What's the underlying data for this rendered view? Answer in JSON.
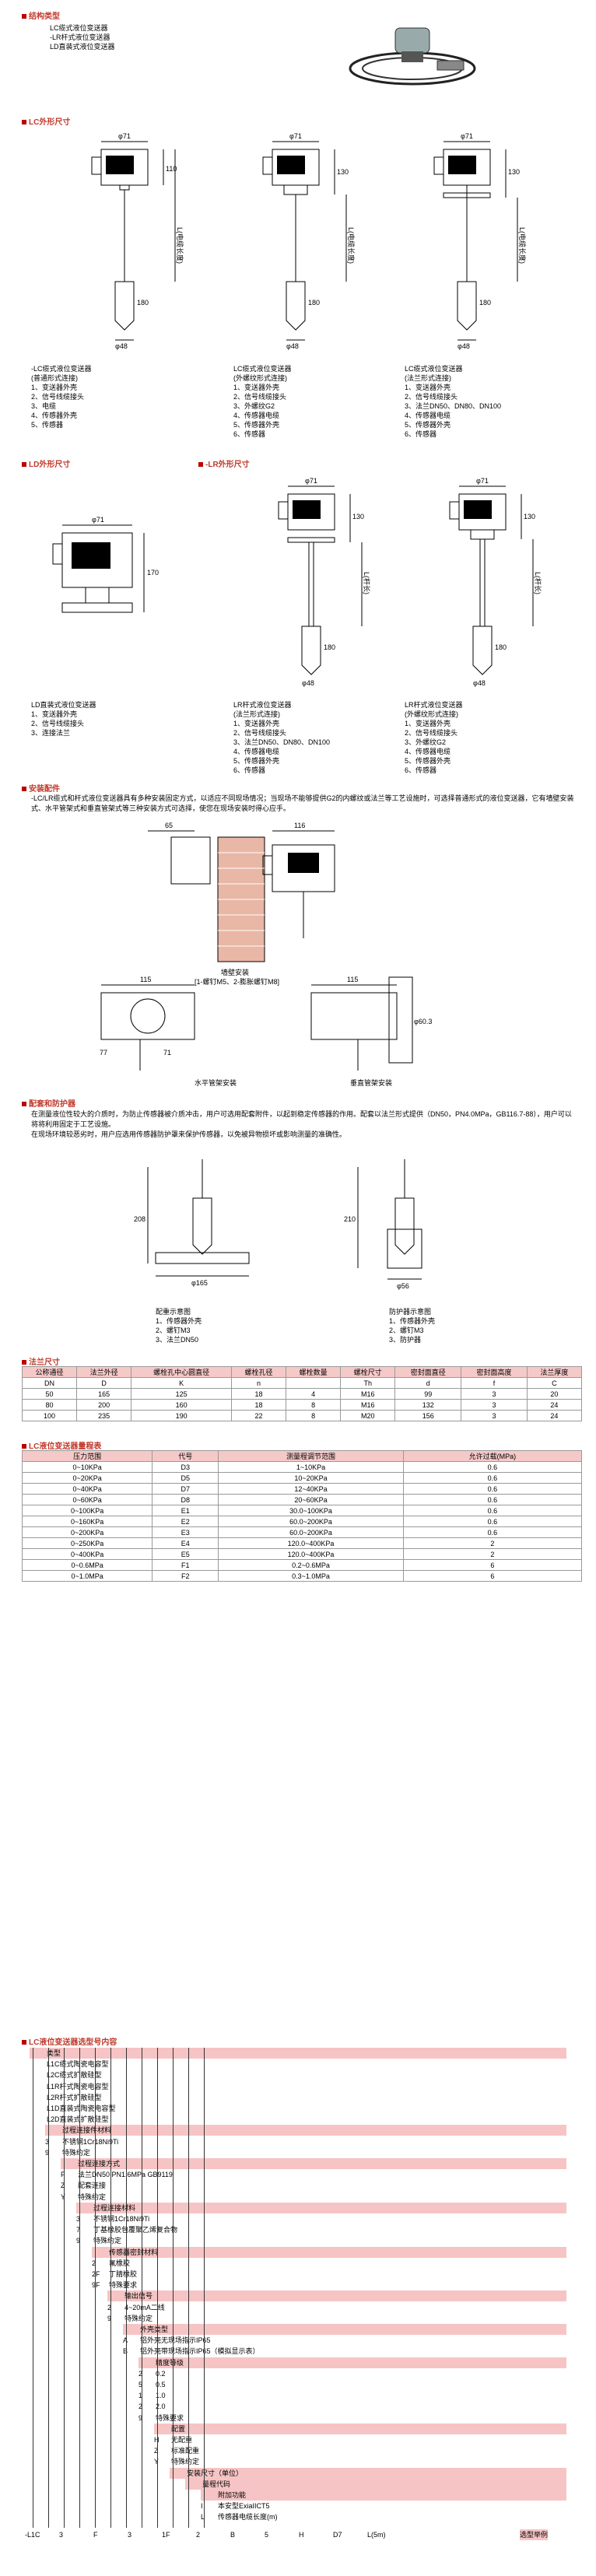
{
  "struct": {
    "title": "结构类型",
    "items": [
      "LC缆式液位变送器",
      "-LR杆式液位变送器",
      "LD直装式液位变送器"
    ]
  },
  "lc": {
    "title": "LC外形尺寸",
    "dims": {
      "phi71": "φ71",
      "d130": "130",
      "d110": "110",
      "d180": "180",
      "phi48": "φ48",
      "lcable": "L(电缆长度)"
    },
    "cap1": {
      "t1": "-LC缆式液位变送器",
      "t2": "(普通形式连接)",
      "i1": "1、变送器外壳",
      "i2": "2、信号线缆接头",
      "i3": "3、电缆",
      "i4": "4、传感器外壳",
      "i5": "5、传感器"
    },
    "cap2": {
      "t1": "LC缆式液位变送器",
      "t2": "(外螺纹形式连接)",
      "i1": "1、变送器外壳",
      "i2": "2、信号线缆接头",
      "i3": "3、外螺纹G2",
      "i4": "4、传感器电缆",
      "i5": "5、传感器外壳",
      "i6": "6、传感器"
    },
    "cap3": {
      "t1": "LC缆式液位变送器",
      "t2": "(法兰形式连接)",
      "i1": "1、变送器外壳",
      "i2": "2、信号线缆接头",
      "i3": "3、法兰DN50、DN80、DN100",
      "i4": "4、传感器电缆",
      "i5": "5、传感器外壳",
      "i6": "6、传感器"
    }
  },
  "ld": {
    "title": "LD外形尺寸",
    "dims": {
      "phi71": "φ71",
      "d170": "170"
    },
    "cap": {
      "t1": "LD直装式液位变送器",
      "i1": "1、变送器外壳",
      "i2": "2、信号线缆接头",
      "i3": "3、连接法兰"
    }
  },
  "lr": {
    "title": "-LR外形尺寸",
    "dims": {
      "phi71": "φ71",
      "d130": "130",
      "lrod": "L(杆长)",
      "d180": "180",
      "phi48": "φ48"
    },
    "cap1": {
      "t1": "LR杆式液位变送器",
      "t2": "(法兰形式连接)",
      "i1": "1、变送器外壳",
      "i2": "2、信号线缆接头",
      "i3": "3、法兰DN50、DN80、DN100",
      "i4": "4、传感器电缆",
      "i5": "5、传感器外壳",
      "i6": "6、传感器"
    },
    "cap2": {
      "t1": "LR杆式液位变送器",
      "t2": "(外螺纹形式连接)",
      "i1": "1、变送器外壳",
      "i2": "2、信号线缆接头",
      "i3": "3、外螺纹G2",
      "i4": "4、传感器电缆",
      "i5": "5、传感器外壳",
      "i6": "6、传感器"
    }
  },
  "install": {
    "title": "安装配件",
    "para": "-LC/LR缆式和杆式液位变送器具有多种安装固定方式，以适应不同现场情况；当现场不能够提供G2的内螺纹或法兰等工艺设施时，可选择普通形式的液位变送器，它有墙壁安装式、水平管架式和垂直管架式等三种安装方式可选择，使您在现场安装时得心应手。",
    "d65": "65",
    "d116": "116",
    "d115a": "115",
    "d115b": "115",
    "d77": "77",
    "d71": "71",
    "phi603": "φ60.3",
    "wall": "墙壁安装",
    "wall_note": "[1-螺钉M5、2-膨胀螺钉M8]",
    "hpipe": "水平管架安装",
    "vpipe": "垂直管架安装"
  },
  "prot": {
    "title": "配套和防护器",
    "para1": "在测量液位性较大的介质时，为防止传感器被介质冲击，用户可选用配套附件，以起到稳定传感器的作用。配套以法兰形式提供（DN50，PN4.0MPa，GB116.7-88），用户可以将将利用固定于工艺设施。",
    "para2": "在现场环境较恶劣时，用户应选用传感器防护罩来保护传感器，以免被异物损坏或影响测量的准确性。",
    "d208": "208",
    "d210": "210",
    "phi165": "φ165",
    "phi56": "φ56",
    "left_t": "配重示意图",
    "left_i1": "1、传感器外壳",
    "left_i2": "2、螺钉M3",
    "left_i3": "3、法兰DN50",
    "right_t": "防护器示意图",
    "right_i1": "1、传感器外壳",
    "right_i2": "2、螺钉M3",
    "right_i3": "3、防护器"
  },
  "flange": {
    "title": "法兰尺寸",
    "headers": [
      "公称通径",
      "法兰外径",
      "螺栓孔中心圆直径",
      "螺栓孔径",
      "螺栓数量",
      "螺栓尺寸",
      "密封面直径",
      "密封面高度",
      "法兰厚度"
    ],
    "sym": [
      "DN",
      "D",
      "K",
      "n",
      "",
      "Th",
      "d",
      "f",
      "C"
    ],
    "rows": [
      [
        "50",
        "165",
        "125",
        "18",
        "4",
        "M16",
        "99",
        "3",
        "20"
      ],
      [
        "80",
        "200",
        "160",
        "18",
        "8",
        "M16",
        "132",
        "3",
        "24"
      ],
      [
        "100",
        "235",
        "190",
        "22",
        "8",
        "M20",
        "156",
        "3",
        "24"
      ]
    ]
  },
  "range": {
    "title": "LC液位变送器量程表",
    "headers": [
      "压力范围",
      "代号",
      "测量程调节范围",
      "允许过载(MPa)"
    ],
    "rows": [
      [
        "0~10KPa",
        "D3",
        "1~10KPa",
        "0.6"
      ],
      [
        "0~20KPa",
        "D5",
        "10~20KPa",
        "0.6"
      ],
      [
        "0~40KPa",
        "D7",
        "12~40KPa",
        "0.6"
      ],
      [
        "0~60KPa",
        "D8",
        "20~60KPa",
        "0.6"
      ],
      [
        "0~100KPa",
        "E1",
        "30.0~100KPa",
        "0.6"
      ],
      [
        "0~160KPa",
        "E2",
        "60.0~200KPa",
        "0.6"
      ],
      [
        "0~200KPa",
        "E3",
        "60.0~200KPa",
        "0.6"
      ],
      [
        "0~250KPa",
        "E4",
        "120.0~400KPa",
        "2"
      ],
      [
        "0~400KPa",
        "E5",
        "120.0~400KPa",
        "2"
      ],
      [
        "0~0.6MPa",
        "F1",
        "0.2~0.6MPa",
        "6"
      ],
      [
        "0~1.0MPa",
        "F2",
        "0.3~1.0MPa",
        "6"
      ]
    ]
  },
  "order": {
    "title": "LC液位变送器选型号内容",
    "rows": [
      {
        "code": "",
        "text": "类型",
        "hl": true
      },
      {
        "code": "",
        "text": "L1C缆式陶瓷电容型"
      },
      {
        "code": "",
        "text": "L2C缆式扩散硅型"
      },
      {
        "code": "",
        "text": "L1R杆式陶瓷电容型"
      },
      {
        "code": "",
        "text": "L2R杆式扩散硅型"
      },
      {
        "code": "",
        "text": "L1D直装式陶瓷电容型"
      },
      {
        "code": "",
        "text": "L2D直装式扩散硅型"
      },
      {
        "code": "",
        "text": "过程连接件材料",
        "hl": true
      },
      {
        "code": "3",
        "text": "不锈钢1Cr18Ni9Ti"
      },
      {
        "code": "9",
        "text": "特殊约定"
      },
      {
        "code": "",
        "text": "过程连接方式",
        "hl": true
      },
      {
        "code": "F",
        "text": "法兰DN50 PN1.6MPa GB9119"
      },
      {
        "code": "Z",
        "text": "配套连接"
      },
      {
        "code": "Y",
        "text": "特殊约定"
      },
      {
        "code": "",
        "text": "过程连接材料",
        "hl": true
      },
      {
        "code": "3",
        "text": "不锈钢1Cr18Ni9Ti"
      },
      {
        "code": "7",
        "text": "丁基橡胶包覆聚乙烯复合物"
      },
      {
        "code": "9",
        "text": "特殊约定"
      },
      {
        "code": "",
        "text": "传感器密封材料",
        "hl": true
      },
      {
        "code": "2",
        "text": "氟橡胶"
      },
      {
        "code": "2F",
        "text": "丁腈橡胶"
      },
      {
        "code": "9F",
        "text": "特殊要求"
      },
      {
        "code": "",
        "text": "输出信号",
        "hl": true
      },
      {
        "code": "2",
        "text": "4~20mA二线"
      },
      {
        "code": "9",
        "text": "特殊约定"
      },
      {
        "code": "",
        "text": "外壳类型",
        "hl": true
      },
      {
        "code": "A",
        "text": "铝外壳无现场指示IP65"
      },
      {
        "code": "B",
        "text": "铝外壳带现场指示IP65（模拟显示表）"
      },
      {
        "code": "",
        "text": "精度等级",
        "hl": true
      },
      {
        "code": "2",
        "text": "0.2"
      },
      {
        "code": "5",
        "text": "0.5"
      },
      {
        "code": "1",
        "text": "1.0"
      },
      {
        "code": "2",
        "text": "2.0"
      },
      {
        "code": "9",
        "text": "特殊要求"
      },
      {
        "code": "",
        "text": "配置",
        "hl": true
      },
      {
        "code": "H",
        "text": "无配重"
      },
      {
        "code": "Z",
        "text": "标准配重"
      },
      {
        "code": "Y",
        "text": "特殊约定"
      },
      {
        "code": "",
        "text": "安装尺寸（单位）",
        "hl": true
      },
      {
        "code": "",
        "text": "量程代码",
        "hl": true
      },
      {
        "code": "",
        "text": "附加功能",
        "hl": true
      },
      {
        "code": "I",
        "text": "本安型ExiaIICT5"
      },
      {
        "code": "L",
        "text": "传感器电缆长度(m)"
      }
    ],
    "final": [
      "-L1C",
      "3",
      "F",
      "3",
      "1F",
      "2",
      "B",
      "5",
      "H",
      "D7",
      "L(5m)",
      "选型举例"
    ]
  }
}
